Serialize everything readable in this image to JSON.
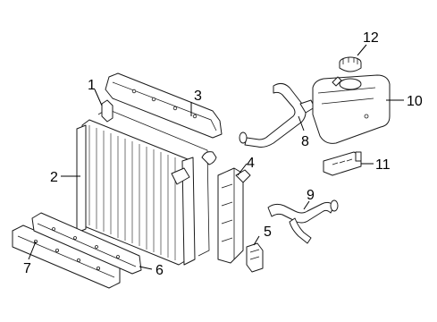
{
  "diagram": {
    "callouts": {
      "c1": "1",
      "c2": "2",
      "c3": "3",
      "c4": "4",
      "c5": "5",
      "c6": "6",
      "c7": "7",
      "c8": "8",
      "c9": "9",
      "c10": "10",
      "c11": "11",
      "c12": "12"
    },
    "colors": {
      "line": "#1a1a1a",
      "background": "#ffffff"
    }
  }
}
